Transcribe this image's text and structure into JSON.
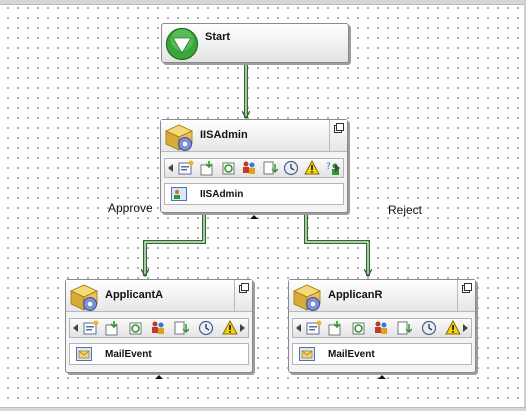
{
  "start": {
    "label": "Start",
    "icon": "green-down-arrow-icon"
  },
  "activities": {
    "iisadmin": {
      "title": "IISAdmin",
      "outbox": "IISAdmin",
      "outbox_icon": "user-card-icon"
    },
    "applicant_a": {
      "title": "ApplicantA",
      "outbox": "MailEvent",
      "outbox_icon": "mail-event-icon"
    },
    "applican_r": {
      "title": "ApplicanR",
      "outbox": "MailEvent",
      "outbox_icon": "mail-event-icon"
    }
  },
  "edges": {
    "approve": "Approve",
    "reject": "Reject"
  },
  "colors": {
    "wire": "#2e6b2e",
    "start_green": "#3aa63a",
    "canvas_dot": "#9a9a9a"
  }
}
